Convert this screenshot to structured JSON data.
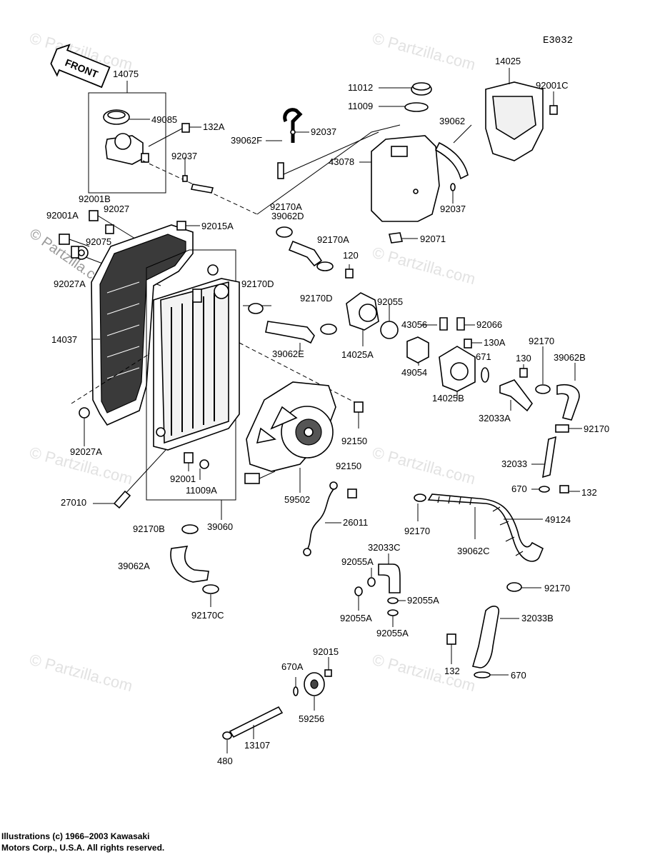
{
  "diagram_code": "E3032",
  "front_label": "FRONT",
  "watermark": "© Partzilla.com",
  "watermark_side": "© Partzilla.com",
  "copyright_line1": "Illustrations (c) 1966–2003 Kawasaki",
  "copyright_line2": "Motors Corp., U.S.A.  All rights reserved.",
  "labels": {
    "p14075": "14075",
    "p49085": "49085",
    "p132A": "132A",
    "p92037a": "92037",
    "p92001B": "92001B",
    "p92001A": "92001A",
    "p92027": "92027",
    "p92075": "92075",
    "p92027A_top": "92027A",
    "p92015A": "92015A",
    "p14037": "14037",
    "p92027A_bot": "92027A",
    "p39062F": "39062F",
    "p92037b": "92037",
    "p11012": "11012",
    "p11009": "11009",
    "p43078": "43078",
    "p39062": "39062",
    "p92037c": "92037",
    "p14025": "14025",
    "p92001C": "92001C",
    "p92071": "92071",
    "p92170A_1": "92170A",
    "p39062D": "39062D",
    "p92170A_2": "92170A",
    "p120": "120",
    "p92170D_1": "92170D",
    "p92170D_2": "92170D",
    "p92055": "92055",
    "p39062E": "39062E",
    "p14025A": "14025A",
    "p43056": "43056",
    "p92066": "92066",
    "p130A": "130A",
    "p671": "671",
    "p49054": "49054",
    "p14025B": "14025B",
    "p130": "130",
    "p92170_r": "92170",
    "p39062B": "39062B",
    "p32033A": "32033A",
    "p92170_r2": "92170",
    "p92150_1": "92150",
    "p92150_2": "92150",
    "p92001": "92001",
    "p11009A": "11009A",
    "p59502": "59502",
    "p27010": "27010",
    "p39060": "39060",
    "p92170B": "92170B",
    "p26011": "26011",
    "p39062A": "39062A",
    "p92170C": "92170C",
    "p32033": "32033",
    "p670": "670",
    "p132": "132",
    "p92170_m": "92170",
    "p49124": "49124",
    "p39062C": "39062C",
    "p92170_m2": "92170",
    "p32033C": "32033C",
    "p92055A_1": "92055A",
    "p92055A_2": "92055A",
    "p92055A_3": "92055A",
    "p92055A_4": "92055A",
    "p32033B": "32033B",
    "p132_b": "132",
    "p670_b": "670",
    "p92015": "92015",
    "p670A": "670A",
    "p59256": "59256",
    "p13107": "13107",
    "p480": "480"
  }
}
